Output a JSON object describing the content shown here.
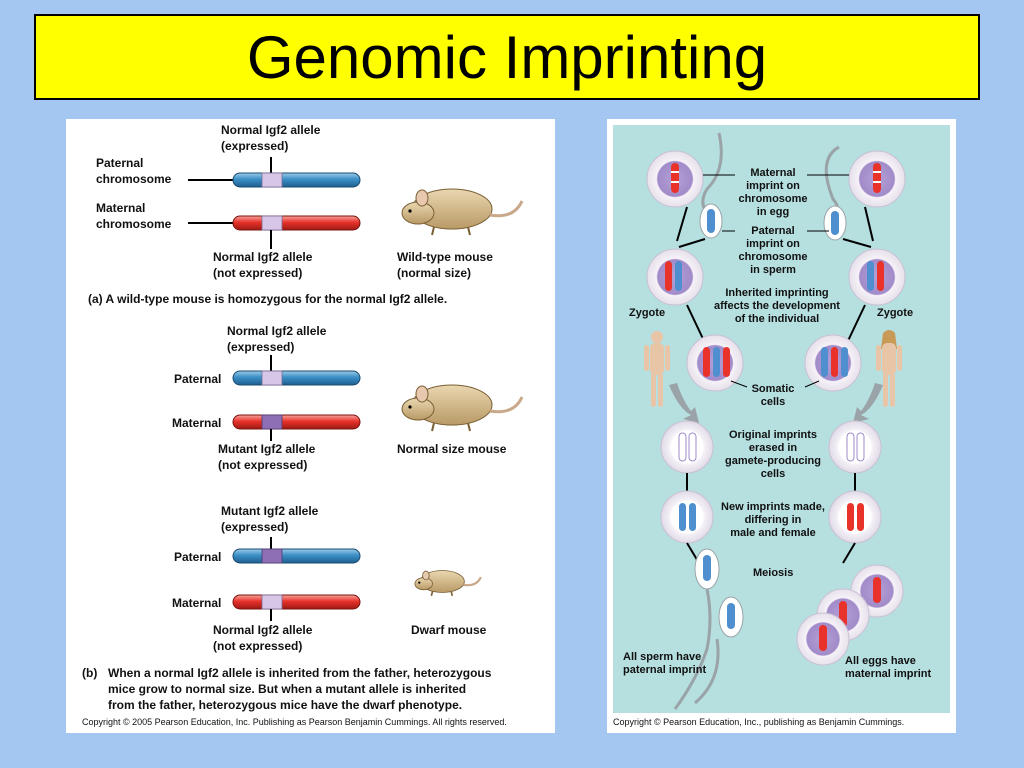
{
  "title": "Genomic Imprinting",
  "left": {
    "a": {
      "top_label": "Normal Igf2 allele\n(expressed)",
      "paternal": "Paternal\nchromosome",
      "maternal": "Maternal\nchromosome",
      "bottom_label": "Normal Igf2 allele\n(not expressed)",
      "mouse_label": "Wild-type mouse\n(normal size)",
      "caption": "(a) A wild-type mouse is homozygous for the normal Igf2 allele."
    },
    "b1": {
      "top_label": "Normal Igf2 allele\n(expressed)",
      "paternal": "Paternal",
      "maternal": "Maternal",
      "bottom_label": "Mutant Igf2 allele\n(not expressed)",
      "mouse_label": "Normal size mouse"
    },
    "b2": {
      "top_label": "Mutant Igf2 allele\n(expressed)",
      "paternal": "Paternal",
      "maternal": "Maternal",
      "bottom_label": "Normal Igf2 allele\n(not expressed)",
      "mouse_label": "Dwarf mouse"
    },
    "caption_b_label": "(b)",
    "caption_b": "When a normal Igf2 allele is inherited from the father, heterozygous\nmice grow to normal size. But when a mutant allele is inherited\nfrom the father, heterozygous mice have the dwarf phenotype.",
    "copyright": "Copyright © 2005 Pearson Education, Inc. Publishing as Pearson Benjamin Cummings. All rights reserved."
  },
  "right": {
    "maternal_imprint": "Maternal\nimprint on\nchromosome\nin egg",
    "paternal_imprint": "Paternal\nimprint on\nchromosome\nin sperm",
    "inherited": "Inherited imprinting\naffects the development\nof the individual",
    "zygote_left": "Zygote",
    "zygote_right": "Zygote",
    "somatic": "Somatic\ncells",
    "erased": "Original imprints\nerased in\ngamete-producing\ncells",
    "new_imprints": "New imprints made,\ndiffering in\nmale and female",
    "meiosis": "Meiosis",
    "sperm": "All sperm have\npaternal imprint",
    "eggs": "All eggs have\nmaternal imprint",
    "copyright": "Copyright © Pearson Education, Inc., publishing as Benjamin Cummings."
  },
  "colors": {
    "background": "#a3c7f0",
    "title_box": "#ffff00",
    "paternal_blue": "#3a8fc6",
    "maternal_red": "#e8322a",
    "allele_lavender": "#d8c6e6",
    "mutant_purple": "#8e6fb6",
    "right_bg": "#b6dfe0"
  }
}
